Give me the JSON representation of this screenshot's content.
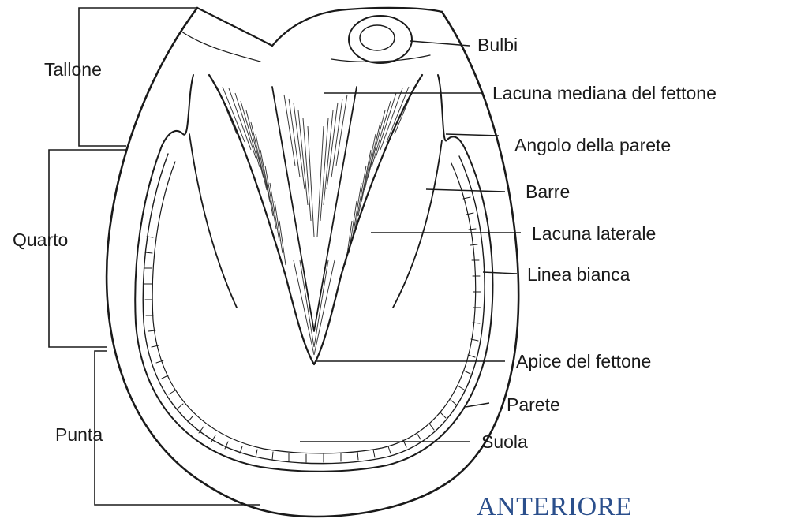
{
  "regions": {
    "tallone": "Tallone",
    "quarto": "Quarto",
    "punta": "Punta"
  },
  "structures": {
    "bulbi": "Bulbi",
    "lacuna_mediana": "Lacuna mediana del fettone",
    "angolo_parete": "Angolo della parete",
    "barre": "Barre",
    "lacuna_laterale": "Lacuna laterale",
    "linea_bianca": "Linea bianca",
    "apice_fettone": "Apice del fettone",
    "parete": "Parete",
    "suola": "Suola"
  },
  "caption": {
    "text": "ANTERIORE",
    "color": "#2b4f8c"
  },
  "colors": {
    "ink": "#1a1a1a"
  }
}
